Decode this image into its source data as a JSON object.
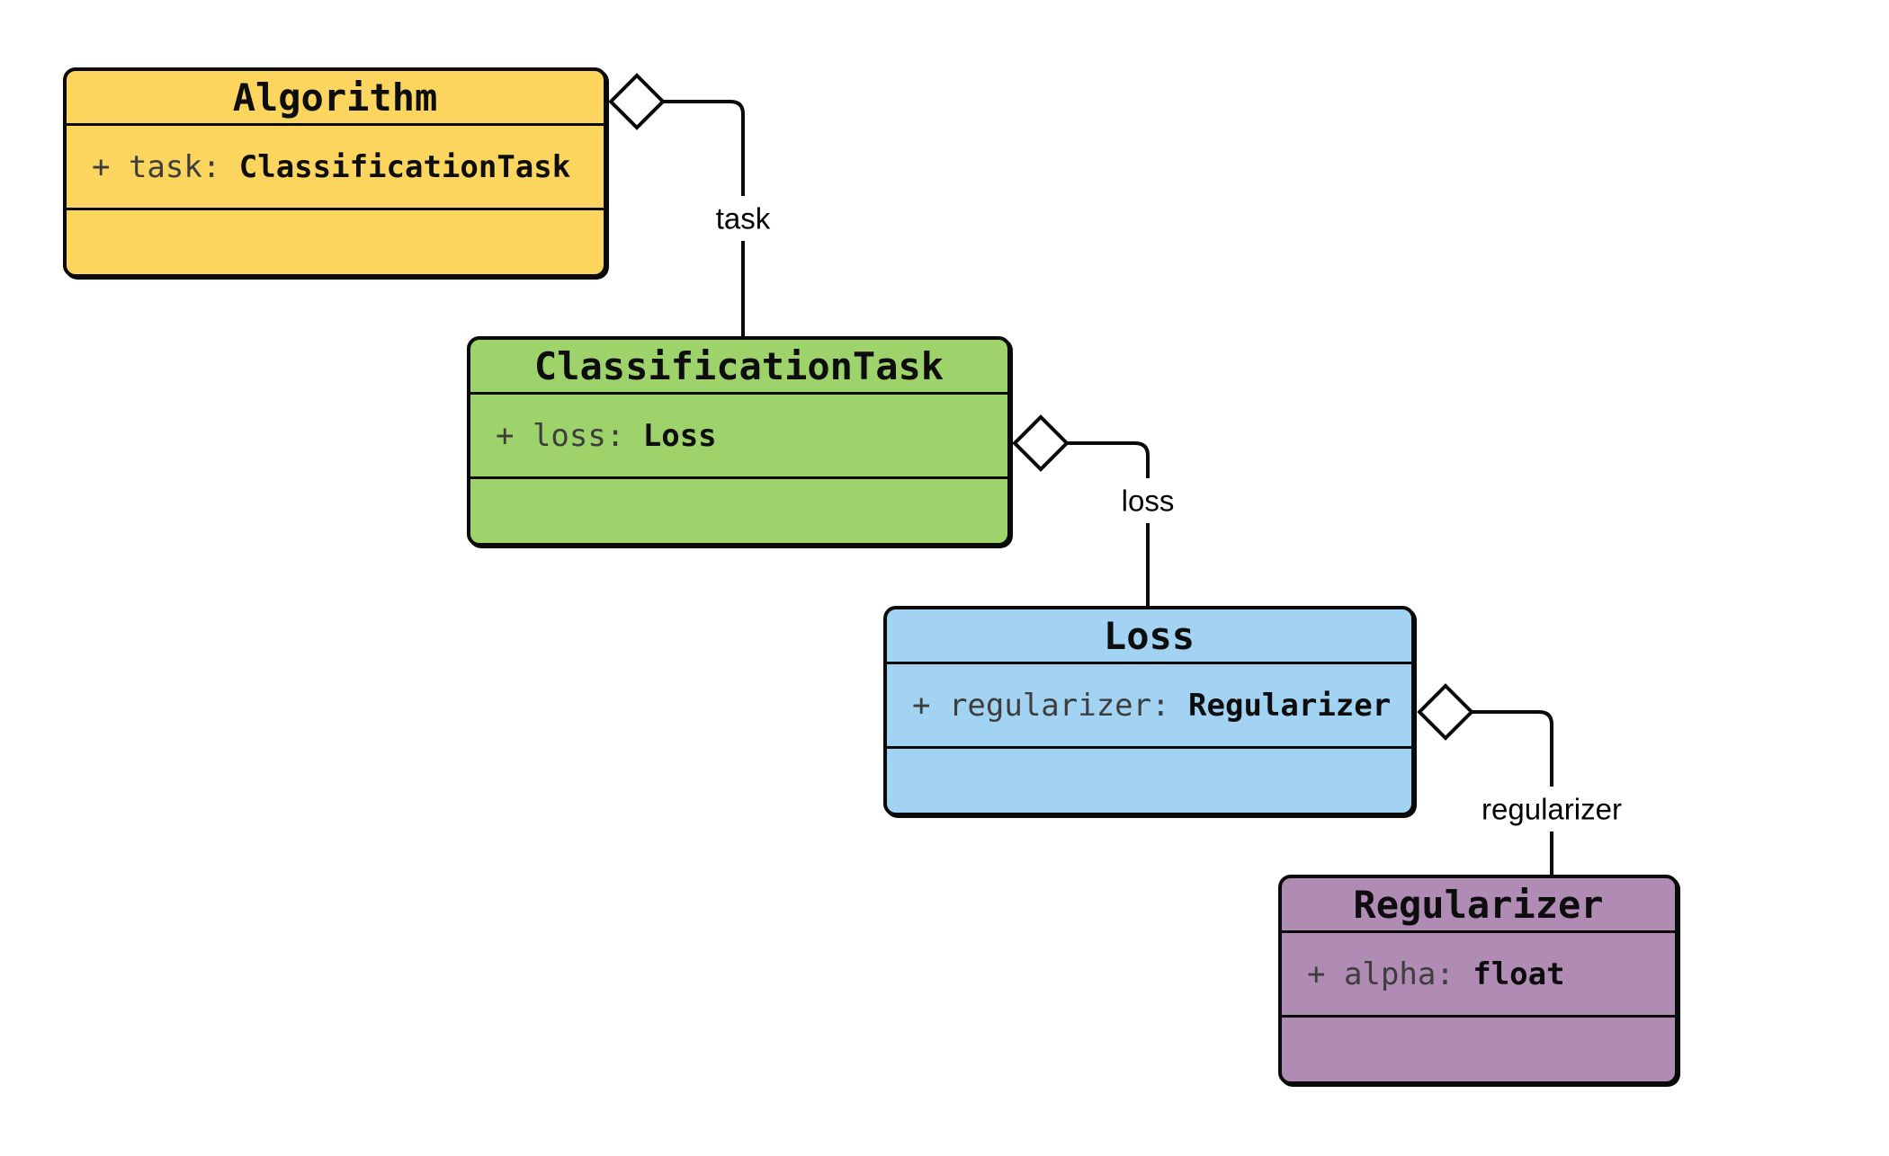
{
  "diagram": {
    "background": "#ffffff",
    "line_color": "#0a0a0a",
    "attr_name_color": "#3d3d3d",
    "attr_type_color": "#0d0d0d",
    "classes": [
      {
        "name": "Algorithm",
        "fill": "#FBD55E",
        "attribute": {
          "name": "+ task: ",
          "type": "ClassificationTask"
        }
      },
      {
        "name": "ClassificationTask",
        "fill": "#9DD36A",
        "attribute": {
          "name": "+ loss: ",
          "type": "Loss"
        }
      },
      {
        "name": "Loss",
        "fill": "#A3D3F2",
        "attribute": {
          "name": "+ regularizer: ",
          "type": "Regularizer"
        }
      },
      {
        "name": "Regularizer",
        "fill": "#B08CB4",
        "attribute": {
          "name": "+ alpha: ",
          "type": "float"
        }
      }
    ],
    "relations": [
      {
        "label": "task",
        "from": "Algorithm",
        "to": "ClassificationTask",
        "kind": "aggregation"
      },
      {
        "label": "loss",
        "from": "ClassificationTask",
        "to": "Loss",
        "kind": "aggregation"
      },
      {
        "label": "regularizer",
        "from": "Loss",
        "to": "Regularizer",
        "kind": "aggregation"
      }
    ]
  }
}
